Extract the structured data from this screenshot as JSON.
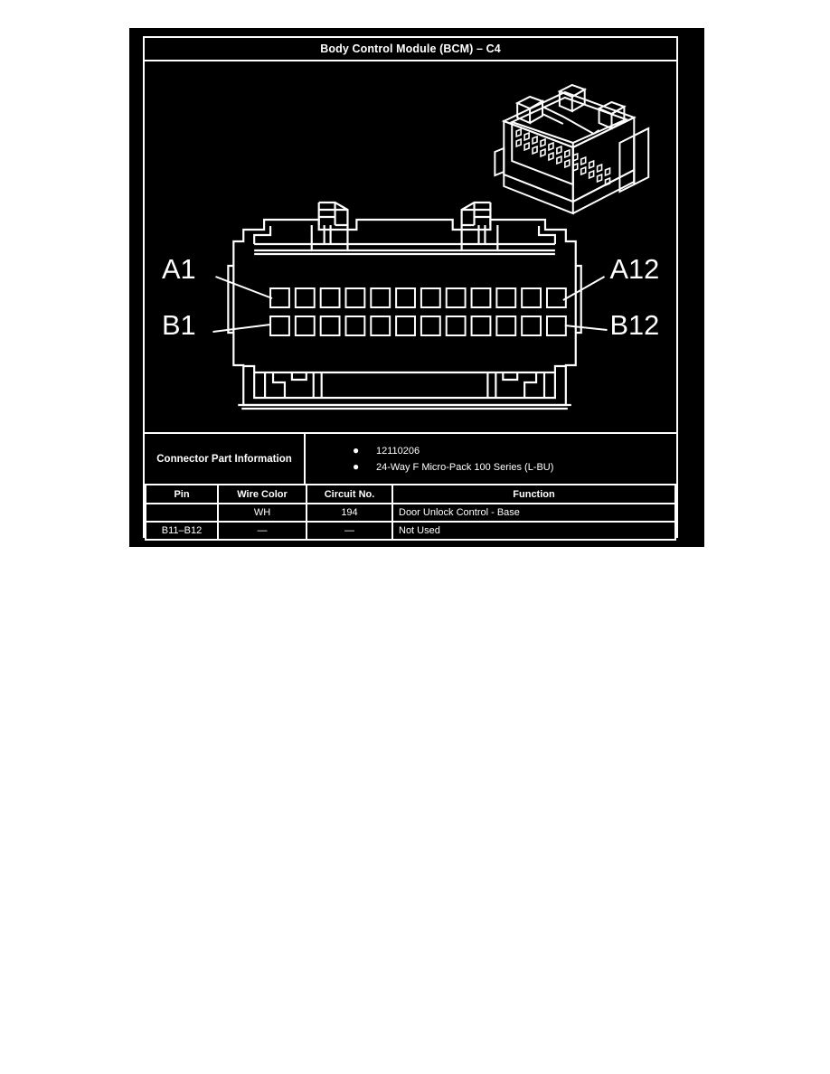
{
  "figure": {
    "title": "Body Control Module (BCM) – C4",
    "background_color": "#000000",
    "line_color": "#FFFFFF",
    "pin_labels": {
      "top_left": "A1",
      "top_right": "A12",
      "bottom_left": "B1",
      "bottom_right": "B12"
    },
    "connector_face": {
      "rows": 2,
      "pins_per_row": 12,
      "total_cavities": 24
    }
  },
  "part_info": {
    "label": "Connector Part Information",
    "bullet_glyph": "●",
    "items": [
      "12110206",
      "24-Way F Micro-Pack 100 Series (L-BU)"
    ]
  },
  "pin_table": {
    "headers": {
      "pin": "Pin",
      "wire_color": "Wire Color",
      "circuit_no": "Circuit No.",
      "function": "Function"
    },
    "rows": [
      {
        "pin": "",
        "wire_color": "WH",
        "circuit_no": "194",
        "function": "Door Unlock Control - Base"
      },
      {
        "pin": "B11–B12",
        "wire_color": "—",
        "circuit_no": "—",
        "function": "Not Used"
      }
    ]
  }
}
